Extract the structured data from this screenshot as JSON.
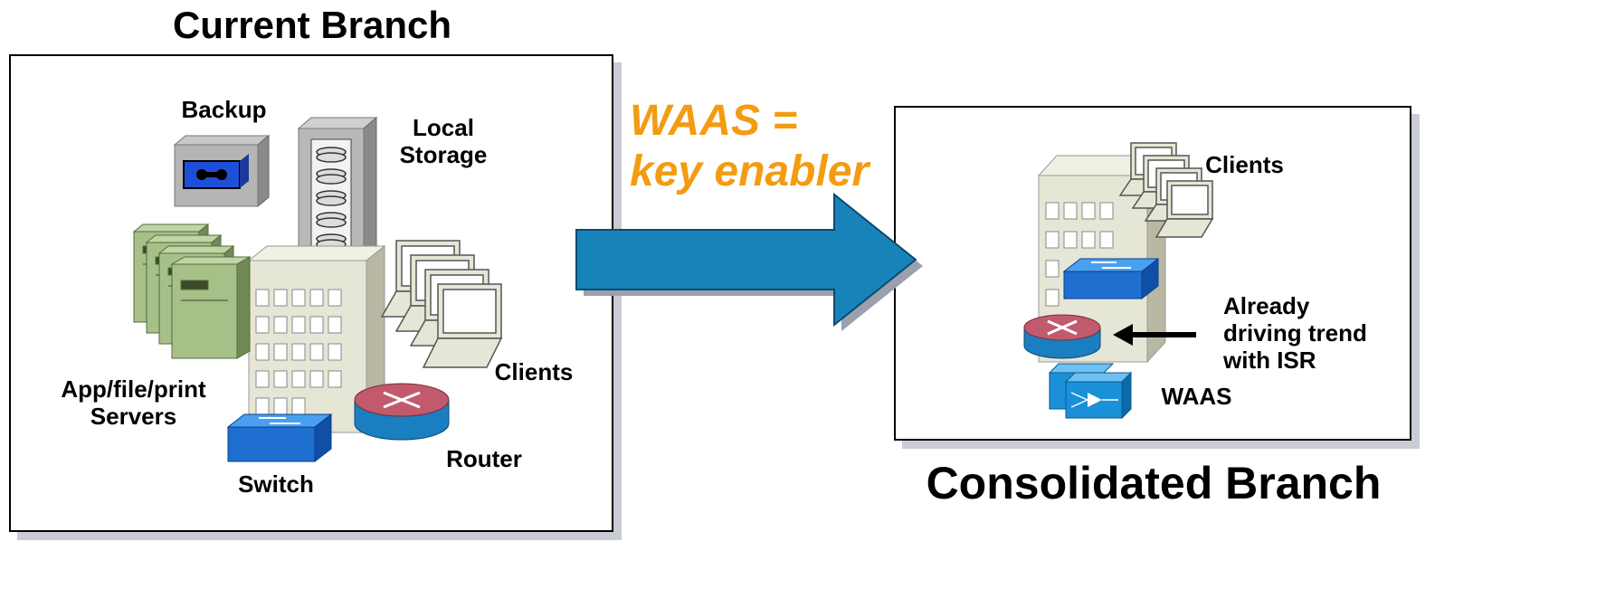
{
  "current": {
    "title": "Current Branch",
    "labels": {
      "backup": "Backup",
      "storage": "Local\nStorage",
      "servers": "App/file/print\nServers",
      "clients": "Clients",
      "switch": "Switch",
      "router": "Router"
    }
  },
  "consolidated": {
    "title": "Consolidated Branch",
    "labels": {
      "clients": "Clients",
      "trend": "Already\ndriving trend\nwith ISR",
      "waas": "WAAS"
    }
  },
  "arrow_text": "WAAS =\nkey enabler",
  "colors": {
    "accent": "#f39c12",
    "arrow": "#1883b8",
    "switch": "#1e6fd0",
    "router_top": "#c25a6e",
    "router_body": "#1a7fc0",
    "server": "#9cb87a",
    "building": "#e8e8da"
  }
}
